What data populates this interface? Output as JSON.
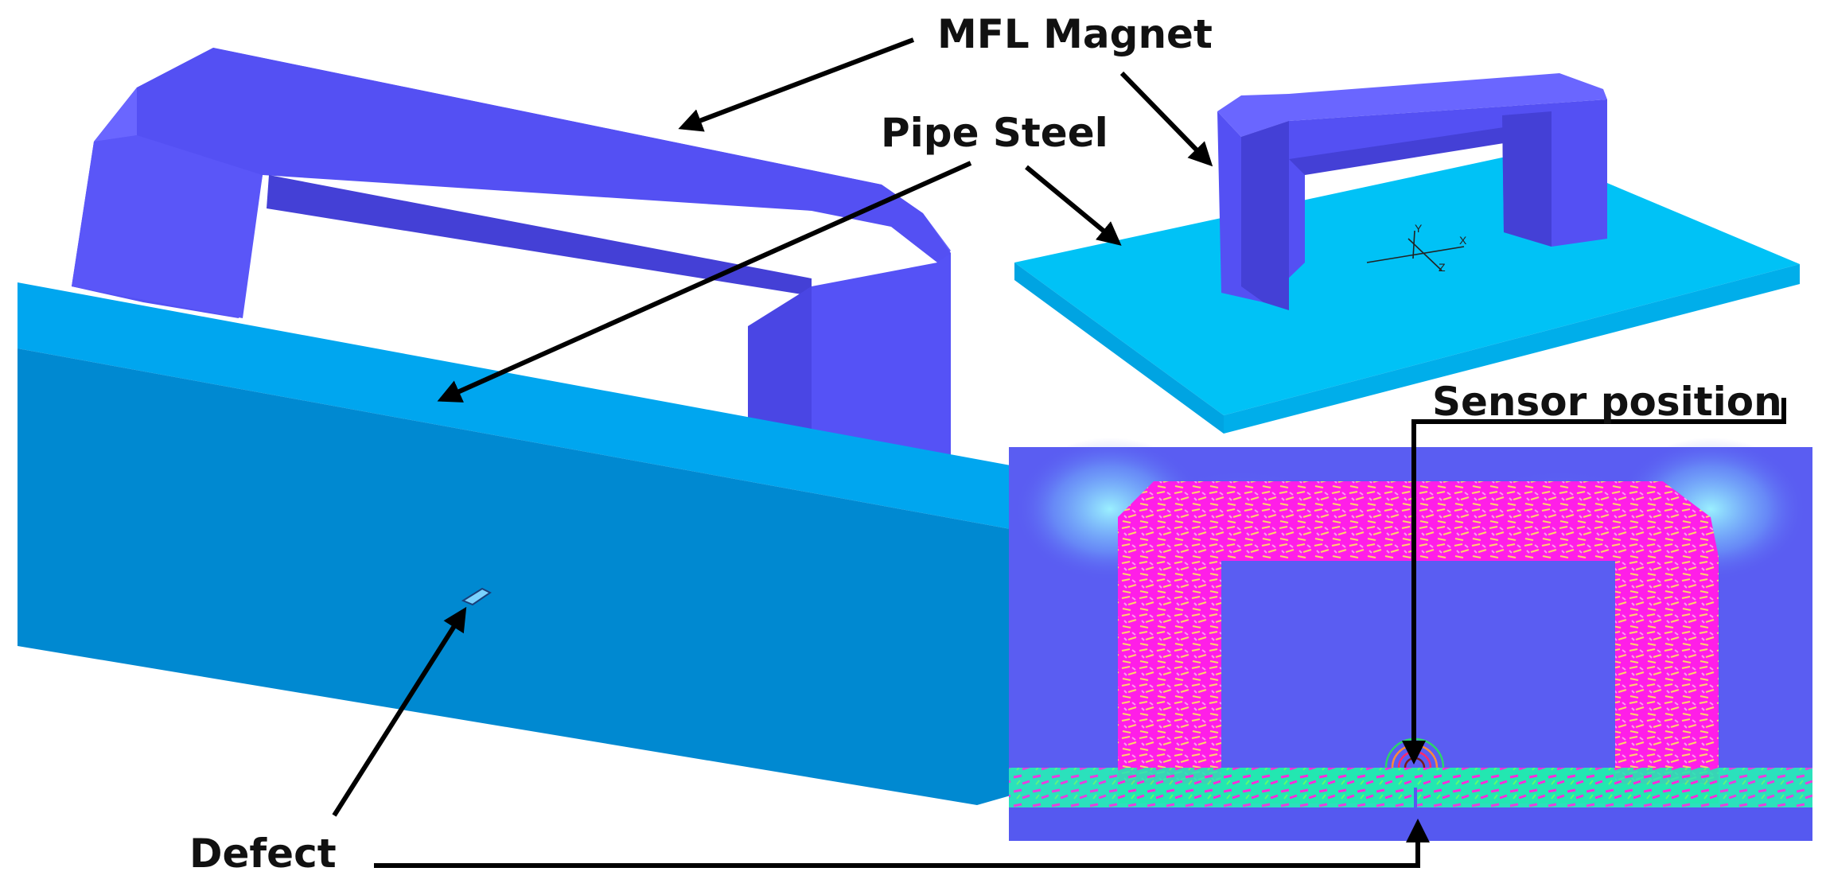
{
  "labels": {
    "mfl_magnet": "MFL Magnet",
    "pipe_steel": "Pipe Steel",
    "sensor_position": "Sensor position",
    "defect": "Defect"
  },
  "axis_triad": {
    "x": "X",
    "y": "Y",
    "z": "Z"
  },
  "colors": {
    "magnet_front": "#5450f3",
    "magnet_side": "#4440d6",
    "magnet_top": "#6a66ff",
    "steel_top": "#00a6ef",
    "steel_front": "#0089d1",
    "steel_small_top": "#00c2f6",
    "steel_small_front": "#00aeea",
    "sim_background": "#5a5df2",
    "flux_magenta": "#ff1ee8",
    "flux_green": "#22f0a8",
    "arrow": "#000000"
  }
}
